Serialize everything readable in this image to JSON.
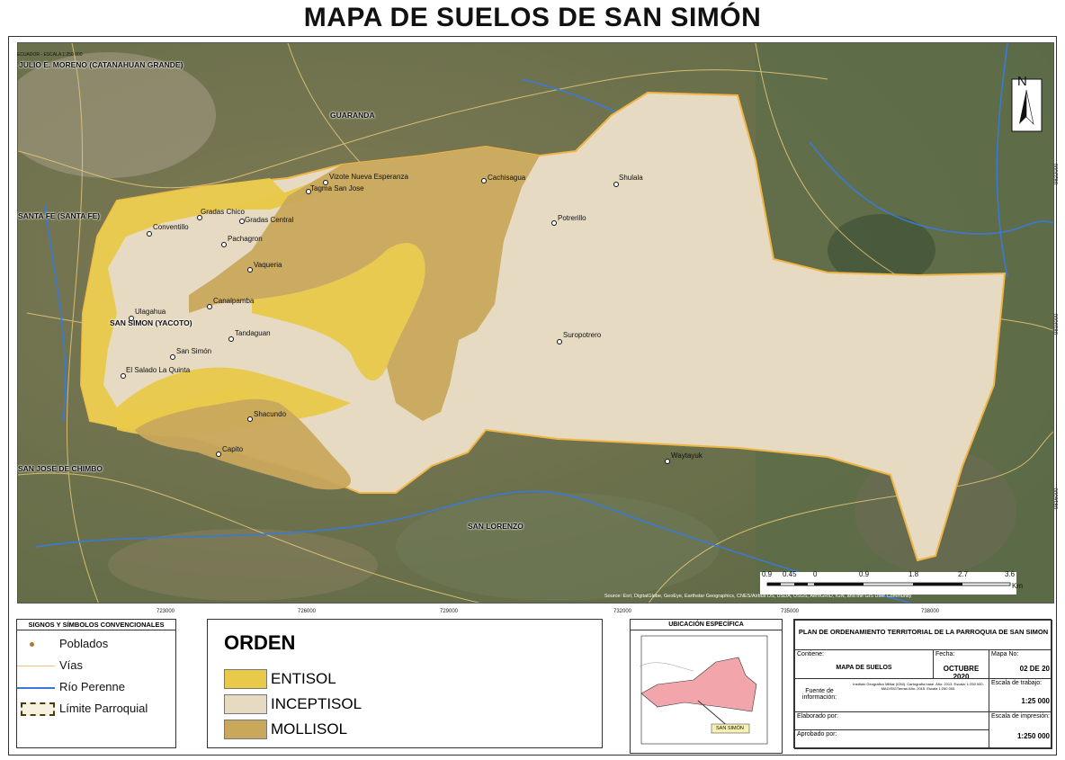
{
  "title": "MAPA DE SUELOS DE SAN SIMÓN",
  "scale_note": "ECUADOR - ESCALA 1:250 000",
  "colors": {
    "entisol": "#e9c94a",
    "inceptisol": "#e6dac2",
    "mollisol": "#c9a85c",
    "boundary": "#f0b546",
    "road": "#e8c878",
    "river": "#3a7ad6"
  },
  "map_labels": {
    "julio": "JULIO E. MORENO (CATANAHUAN GRANDE)",
    "guaranda": "GUARANDA",
    "santa_fe": "SANTA FE (SANTA FE)",
    "san_simon": "SAN SIMON (YACOTO)",
    "san_jose": "SAN JOSE DE CHIMBO",
    "san_lorenzo": "SAN LORENZO"
  },
  "places": [
    "Vizote Nueva Esperanza",
    "Tagma San Jose",
    "Cachisagua",
    "Shulala",
    "Gradas Chico",
    "Gradas Central",
    "Conventillo",
    "Pachagron",
    "Potrerillo",
    "Vaqueria",
    "Canalpamba",
    "Ulagahua",
    "Tandaguan",
    "Suropotrero",
    "San Simón",
    "El Salado La Quinta",
    "Shacundo",
    "Capito",
    "Waytayuk"
  ],
  "x_coords": [
    "723000",
    "726000",
    "729000",
    "732000",
    "735000",
    "738000"
  ],
  "y_coords": [
    "9822000",
    "9819000",
    "9816000"
  ],
  "north": "N",
  "scalebar": {
    "ticks": [
      "0.9",
      "0.45",
      "0",
      "0.9",
      "1.8",
      "2.7",
      "3.6"
    ],
    "unit": "Km"
  },
  "attribution": "Source: Esri, DigitalGlobe, GeoEye, Earthstar Geographics, CNES/Airbus DS, USDA, USGS, AeroGRID, IGN, and the GIS User Community",
  "legend_signs": {
    "title": "SIGNOS Y SÍMBOLOS CONVENCIONALES",
    "items": [
      "Poblados",
      "Vías",
      "Río Perenne",
      "Límite Parroquial"
    ]
  },
  "orden": {
    "title": "ORDEN",
    "items": [
      "ENTISOL",
      "INCEPTISOL",
      "MOLLISOL"
    ]
  },
  "ubicacion": {
    "title": "UBICACIÓN ESPECÍFICA",
    "callout": "SAN SIMÓN"
  },
  "cartouche": {
    "title": "PLAN DE ORDENAMIENTO TERRITORIAL DE LA PARROQUIA DE SAN SIMON",
    "contiene_lbl": "Contiene:",
    "contiene": "MAPA DE SUELOS",
    "fecha_lbl": "Fecha:",
    "fecha": "OCTUBRE 2020",
    "mapa_lbl": "Mapa No:",
    "mapa": "02 DE 20",
    "fuente_lbl": "Fuente de información:",
    "fuente": "Instituto Geográfico Militar (IGM). Cartografía base. Año: 2013. Escala: 1:250 000. MAG/SIGTierras Año: 2015. Escala 1:250 000.",
    "esc_trabajo_lbl": "Escala de trabajo:",
    "esc_trabajo": "1:25 000",
    "elaborado_lbl": "Elaborado por:",
    "esc_impresion_lbl": "Escala de impresión:",
    "esc_impresion": "1:250 000",
    "aprobado_lbl": "Aprobado por:"
  }
}
